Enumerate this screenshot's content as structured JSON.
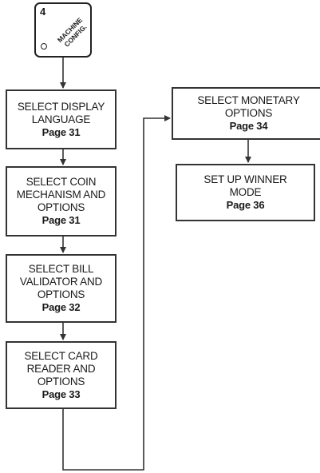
{
  "keycap": {
    "number": "4",
    "label_line1": "MACHINE",
    "label_line2": "CONFIG."
  },
  "steps": [
    {
      "title": "SELECT DISPLAY\nLANGUAGE",
      "page": "Page 31"
    },
    {
      "title": "SELECT COIN\nMECHANISM AND\nOPTIONS",
      "page": "Page 31"
    },
    {
      "title": "SELECT BILL\nVALIDATOR AND\nOPTIONS",
      "page": "Page 32"
    },
    {
      "title": "SELECT CARD\nREADER AND\nOPTIONS",
      "page": "Page 33"
    },
    {
      "title": "SELECT MONETARY\nOPTIONS",
      "page": "Page 34"
    },
    {
      "title": "SET UP WINNER\nMODE",
      "page": "Page 36"
    }
  ]
}
